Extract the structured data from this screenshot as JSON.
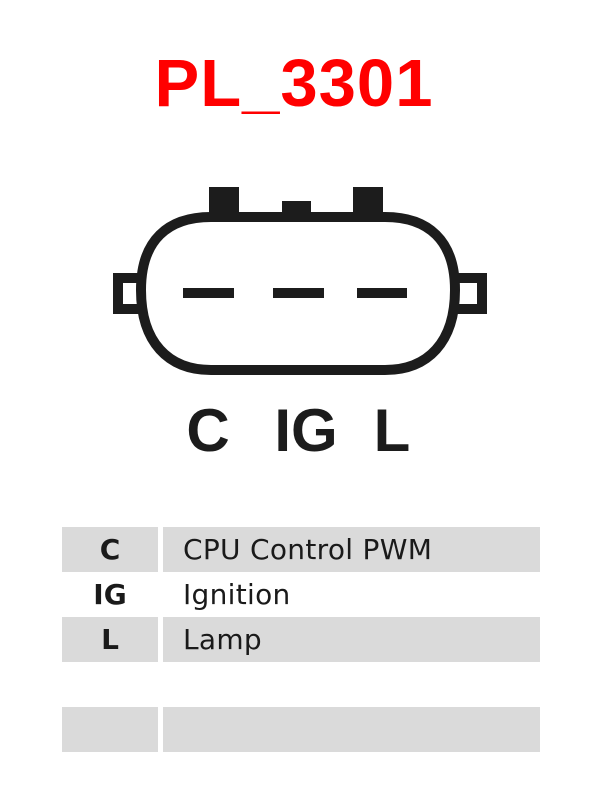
{
  "title": {
    "text": "PL_3301",
    "color": "#ff0000"
  },
  "connector": {
    "shape": "3-pin rounded connector housing with side notches and top keys",
    "stroke_color": "#1c1c1c",
    "pins": [
      {
        "label": "C"
      },
      {
        "label": "IG"
      },
      {
        "label": "L"
      }
    ]
  },
  "pin_table": {
    "shade_color": "#dadada",
    "rows": [
      {
        "code": "C",
        "description": "CPU Control PWM",
        "shaded": true
      },
      {
        "code": "IG",
        "description": "Ignition",
        "shaded": false
      },
      {
        "code": "L",
        "description": "Lamp",
        "shaded": true
      },
      {
        "code": "",
        "description": "",
        "shaded": false
      },
      {
        "code": "",
        "description": "",
        "shaded": true
      }
    ]
  }
}
